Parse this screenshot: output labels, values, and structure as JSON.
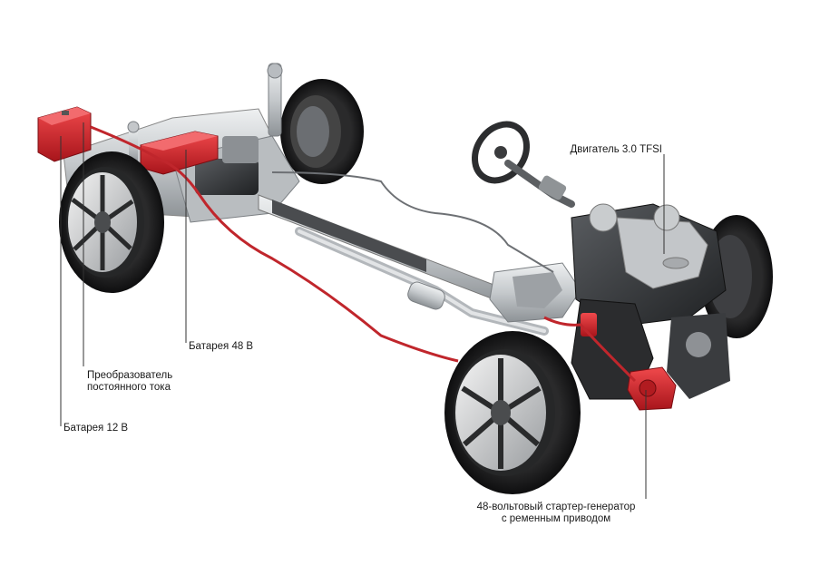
{
  "diagram": {
    "labels": {
      "engine": "Двигатель 3.0 TFSI",
      "battery48": "Батарея  48 В",
      "dc_converter": [
        "Преобразователь",
        "постоянного тока"
      ],
      "battery12": "Батарея 12 В",
      "starter_generator": [
        "48-вольтовый стартер-генератор",
        "с ременным приводом"
      ]
    },
    "colors": {
      "highlight_red": "#d8262c",
      "cable_red": "#c0262c",
      "metal_light": "#c9ccce",
      "metal_dark": "#3b3d40",
      "tire": "#1c1c1d",
      "leader_line": "#333333"
    }
  }
}
